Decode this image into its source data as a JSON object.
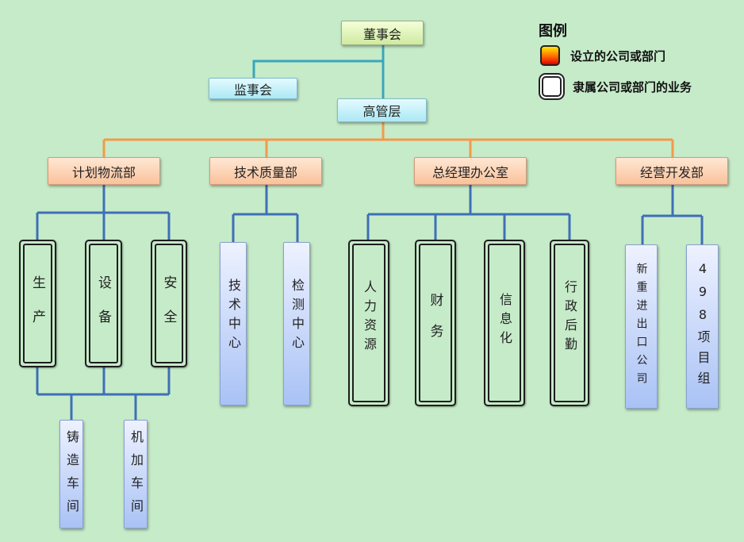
{
  "top": {
    "board": "董事会",
    "supervisors": "监事会",
    "management": "高管层"
  },
  "departments": [
    "计划物流部",
    "技术质量部",
    "总经理办公室",
    "经营开发部"
  ],
  "units": {
    "production": "生产",
    "equipment": "设备",
    "safety": "安全",
    "tech_center": "技术中心",
    "test_center": "检测中心",
    "hr": "人力资源",
    "finance": "财务",
    "it": "信息化",
    "admin": "行政后勤",
    "import_export": "新重进出口公司",
    "project_498": "498项目组",
    "casting": "铸造车间",
    "machining": "机加车间"
  },
  "legend": {
    "title": "图例",
    "company_dept": "设立的公司或部门",
    "affiliated": "隶属公司或部门的业务"
  },
  "colors": {
    "orange_line": "#f29a4a",
    "cyan_line": "#3aa6b9",
    "blue_line": "#3e6fb8"
  }
}
